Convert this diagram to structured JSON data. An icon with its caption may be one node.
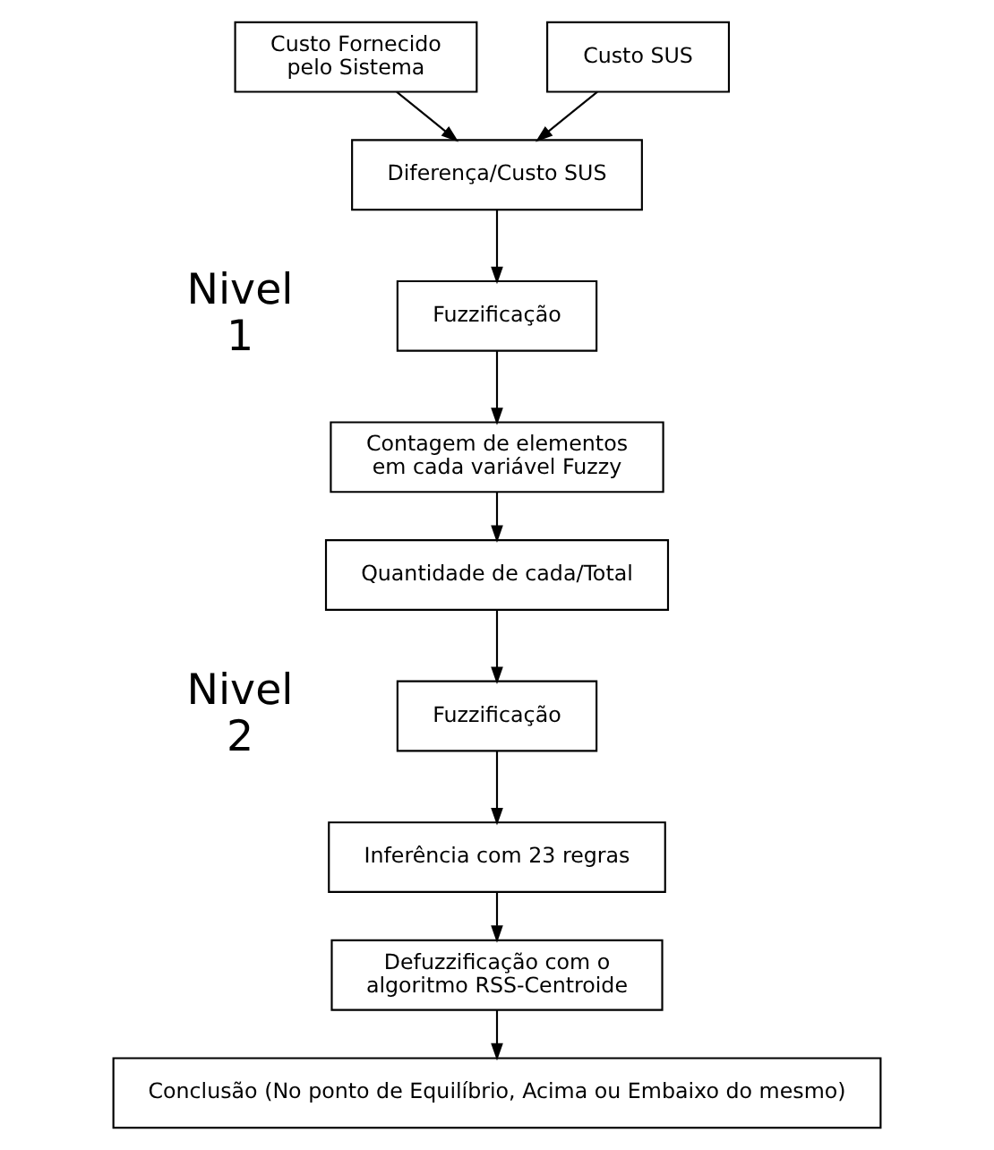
{
  "diagram": {
    "nodes": [
      {
        "text": [
          "Custo Fornecido pelo Sistema"
        ]
      },
      {
        "text": [
          "Custo SUS"
        ]
      },
      {
        "text": [
          "Diferença/Custo SUS"
        ]
      },
      {
        "text": [
          "Fuzzificação"
        ]
      },
      {
        "text": [
          "Contagem de elementos em cada variável Fuzzy"
        ]
      },
      {
        "text": [
          "Quantidade de cada/Total"
        ]
      },
      {
        "text": [
          "Fuzzificação"
        ]
      },
      {
        "text": [
          "Inferência com 23 regras"
        ]
      },
      {
        "text": [
          "Defuzzificação com o algoritmo RSS-Centroide"
        ]
      },
      {
        "text": [
          "Conclusão (No ponto de Equilíbrio, Acima ou Embaixo do mesmo)"
        ]
      }
    ],
    "edges": [
      {
        "from": 0,
        "to": 2,
        "arrow": "to"
      },
      {
        "from": 1,
        "to": 2,
        "arrow": "to"
      },
      {
        "from": 2,
        "to": 3,
        "arrow": "to"
      },
      {
        "from": 3,
        "to": 4,
        "arrow": "to"
      },
      {
        "from": 4,
        "to": 5,
        "arrow": "to"
      },
      {
        "from": 5,
        "to": 6,
        "arrow": "to"
      },
      {
        "from": 6,
        "to": 7,
        "arrow": "to"
      },
      {
        "from": 7,
        "to": 8,
        "arrow": "to"
      },
      {
        "from": 8,
        "to": 9,
        "arrow": "to"
      }
    ],
    "labels": [
      "Nivel 1",
      "Nivel 2"
    ]
  }
}
